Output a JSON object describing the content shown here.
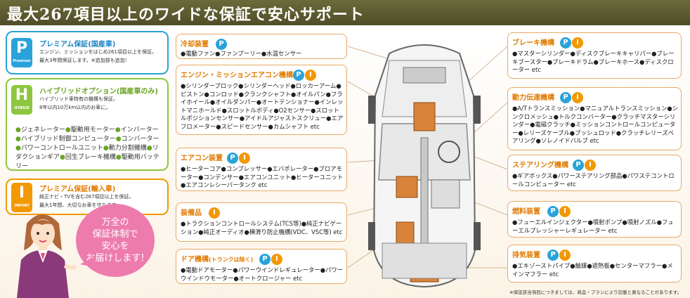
{
  "header": {
    "title": "最大267項目以上のワイドな保証で安心サポート"
  },
  "plans": {
    "premium": {
      "badge_letter": "P",
      "badge_sub": "Premium",
      "title": "プレミアム保証(国産車)",
      "desc_1": "エンジン、ミッションをはじめ261項目以上を保証。",
      "desc_2": "最大3年間保証します。※追加部も追加!"
    },
    "hybrid": {
      "badge_letter": "H",
      "badge_sub": "HYBRID",
      "title": "ハイブリッドオプション(国産車のみ)",
      "desc_1": "ハイブリッド車特有の機構も保証。",
      "desc_2": "8年以内10万km以内のお車に。",
      "items": [
        "ジェネレーター",
        "駆動用モーター",
        "インバーター",
        "ハイブリッド制御コンピューター",
        "コンバーター",
        "パワーコントロールユニット",
        "動力分割機構",
        "リダクションギア",
        "回生ブレーキ機構",
        "駆動用バッテリー"
      ]
    },
    "import": {
      "badge_letter": "I",
      "badge_sub": "IMPORT",
      "title": "プレミアム保証(輸入車)",
      "desc_1": "純正ナビ・TVを含む267項目以上を保証。",
      "desc_2": "最大1年間、大切なお車を守ります。"
    }
  },
  "speech": {
    "line1": "万全の",
    "line2": "保証体制で",
    "line3": "安心を",
    "line4": "お届けします!"
  },
  "features_left": [
    {
      "title": "冷却装置",
      "sub": "",
      "text": "●電動ファン●ファンプーリー●水温センサー"
    },
    {
      "title": "エンジン・ミッションエアコン機構",
      "sub": "",
      "text": "●シリンダーブロック●シリンダーヘッド●ロッカーアーム●ピストン●コンロッド●クランクシャフト●オイルパン●フライホイール●オイルダンパー●オートテンショナー●インレットマニホールド●スロットルボディ●O2センサー●スロットルポジションセンサー●アイドルアジャストスクリュー●エアフロメーター●スピードセンサー●カムシャフト etc"
    },
    {
      "title": "エアコン装置",
      "sub": "",
      "text": "●ヒーターコア●コンプレッサー●エバポレーター●ブロアモーター●コンデンサー●エアコンユニット●ヒーターユニット●エアコンレシーバータンク etc"
    },
    {
      "title": "装備品",
      "sub": "",
      "text": "●トラクションコントロールシステム(TCS等)●純正ナビゲーション●純正オーディオ●横滑り防止機構(VDC、VSC等) etc"
    },
    {
      "title": "ドア機構",
      "sub": "(トランクは除く)",
      "text": "●電動ドアモーター●パワーウインドレギュレーター●パワーウインドウモーター●オートクロージャー etc"
    }
  ],
  "features_right": [
    {
      "title": "ブレーキ機構",
      "text": "●マスターシリンダー●ディスクブレーキキャリパー●ブレーキブースター●ブレーキドラム●ブレーキホース●ディスクローター etc"
    },
    {
      "title": "動力伝達機構",
      "text": "●A/Tトランスミッション●マニュアルトランスミッション●シンクロメッシュ●トルクコンバーター●クラッチマスターシリンダー●電磁クラッチ●ミッションコントロールコンピューター●レリーズケーブル●プッシュロッド●クラッチレリーズベアリング●ソレノイドバルブ etc"
    },
    {
      "title": "ステアリング機構",
      "text": "●ギアボックス●パワーステアリング部品●パワステコントロールコンピューター etc"
    },
    {
      "title": "燃料装置",
      "text": "●フューエルインジェクター●噴射ポンプ●噴射ノズル●フューエルプレッシャーレギュレーター etc"
    },
    {
      "title": "排気装置",
      "text": "●エキゾーストパイプ●触媒●遮熱板●センターマフラー●メインマフラー etc"
    }
  ],
  "icons": {
    "p": "P",
    "h": "H",
    "i": "I"
  },
  "footnote": "※保証該当項目につきましては、商品・プランにより記載と異なることがあります。",
  "colors": {
    "premium": "#29a3da",
    "hybrid": "#8dc63f",
    "import": "#f39800",
    "header": "#5a5930",
    "accent": "#e07a00"
  }
}
